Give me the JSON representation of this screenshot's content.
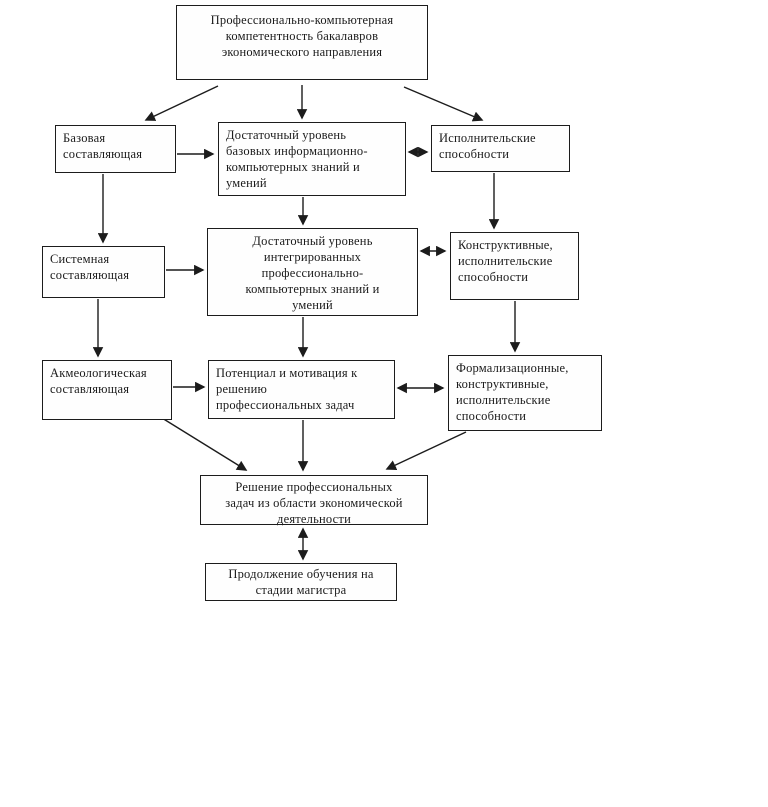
{
  "diagram": {
    "title": "Профессионально-компьютерная компетентность бакалавров экономического направления",
    "colors": {
      "background": "#ffffff",
      "box_border": "#1c1c1c",
      "box_fill": "#fefefe",
      "text": "#1b1b1b",
      "arrow": "#1c1c1c"
    },
    "nodes": {
      "root": {
        "label": "Профессионально-компьютерная\nкомпетентность бакалавров\nэкономического направления"
      },
      "basic_component": {
        "label": "Базовая\nсоставляющая"
      },
      "basic_knowledge": {
        "label": "Достаточный уровень\nбазовых информационно-\nкомпьютерных знаний и\nумений"
      },
      "executive_abilities": {
        "label": "Исполнительские\nспособности"
      },
      "system_component": {
        "label": "Системная\nсоставляющая"
      },
      "integrated_knowledge": {
        "label": "Достаточный уровень\nинтегрированных\nпрофессионально-\nкомпьютерных знаний и\nумений"
      },
      "constructive_abilities": {
        "label": "Конструктивные,\nисполнительские\nспособности"
      },
      "acmeological_component": {
        "label": "Акмеологическая\nсоставляющая"
      },
      "potential_motivation": {
        "label": "Потенциал и мотивация к\nрешению\nпрофессиональных задач"
      },
      "formalization_abilities": {
        "label": "Формализационные,\nконструктивные,\nисполнительские\nспособности"
      },
      "task_solving": {
        "label": "Решение профессиональных\nзадач из области экономической\nдеятельности"
      },
      "master_study": {
        "label": "Продолжение обучения на\nстадии магистра"
      }
    },
    "edges": [
      {
        "from": "root",
        "to": "basic_component",
        "direction": "one-way"
      },
      {
        "from": "root",
        "to": "basic_knowledge",
        "direction": "one-way"
      },
      {
        "from": "root",
        "to": "executive_abilities",
        "direction": "one-way"
      },
      {
        "from": "basic_component",
        "to": "basic_knowledge",
        "direction": "one-way"
      },
      {
        "from": "basic_knowledge",
        "to": "executive_abilities",
        "direction": "two-way"
      },
      {
        "from": "basic_component",
        "to": "system_component",
        "direction": "one-way"
      },
      {
        "from": "basic_knowledge",
        "to": "integrated_knowledge",
        "direction": "one-way"
      },
      {
        "from": "executive_abilities",
        "to": "constructive_abilities",
        "direction": "one-way"
      },
      {
        "from": "system_component",
        "to": "integrated_knowledge",
        "direction": "one-way"
      },
      {
        "from": "integrated_knowledge",
        "to": "constructive_abilities",
        "direction": "two-way"
      },
      {
        "from": "system_component",
        "to": "acmeological_component",
        "direction": "one-way"
      },
      {
        "from": "integrated_knowledge",
        "to": "potential_motivation",
        "direction": "one-way"
      },
      {
        "from": "constructive_abilities",
        "to": "formalization_abilities",
        "direction": "one-way"
      },
      {
        "from": "acmeological_component",
        "to": "potential_motivation",
        "direction": "one-way"
      },
      {
        "from": "potential_motivation",
        "to": "formalization_abilities",
        "direction": "two-way"
      },
      {
        "from": "acmeological_component",
        "to": "task_solving",
        "direction": "one-way"
      },
      {
        "from": "potential_motivation",
        "to": "task_solving",
        "direction": "one-way"
      },
      {
        "from": "formalization_abilities",
        "to": "task_solving",
        "direction": "one-way"
      },
      {
        "from": "task_solving",
        "to": "master_study",
        "direction": "two-way"
      }
    ]
  }
}
